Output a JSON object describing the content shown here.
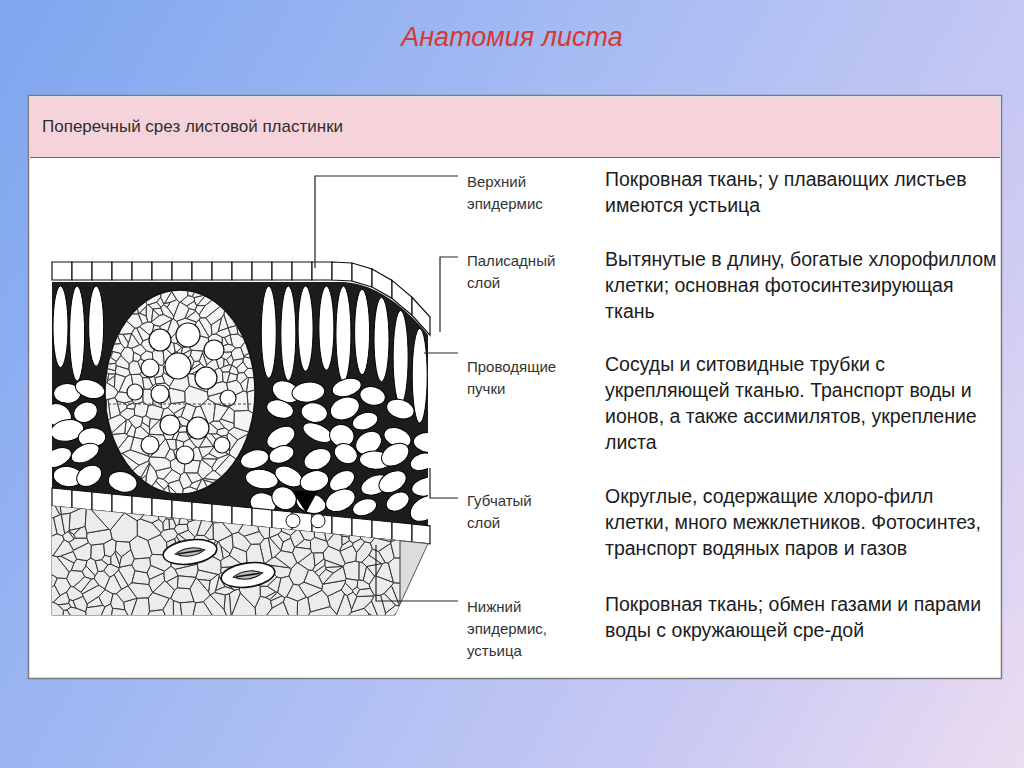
{
  "diagram": {
    "title": "Анатомия листа",
    "nodes": [
      {
        "text": [
          "Поперечный срез листовой пластинки"
        ]
      }
    ],
    "labels": [
      "Верхний эпидермис",
      "Покровная ткань; у плавающих листьев имеются устьица",
      "Палисадный слой",
      "Вытянутые в длину, богатые хлорофиллом клетки; основная фотосинтезирующая ткань",
      "Проводящие пучки",
      "Сосуды и ситовидные трубки с укрепляющей тканью. Транспорт воды и ионов, а также ассимилятов, укрепление листа",
      "Губчатый слой",
      "Округлые, содержащие хлоро-филл клетки, много межклетников. Фотосинтез, транспорт водяных паров и газов",
      "Нижний эпидермис, устьица",
      "Покровная ткань; обмен газами и парами воды с окружающей сре-дой"
    ]
  }
}
